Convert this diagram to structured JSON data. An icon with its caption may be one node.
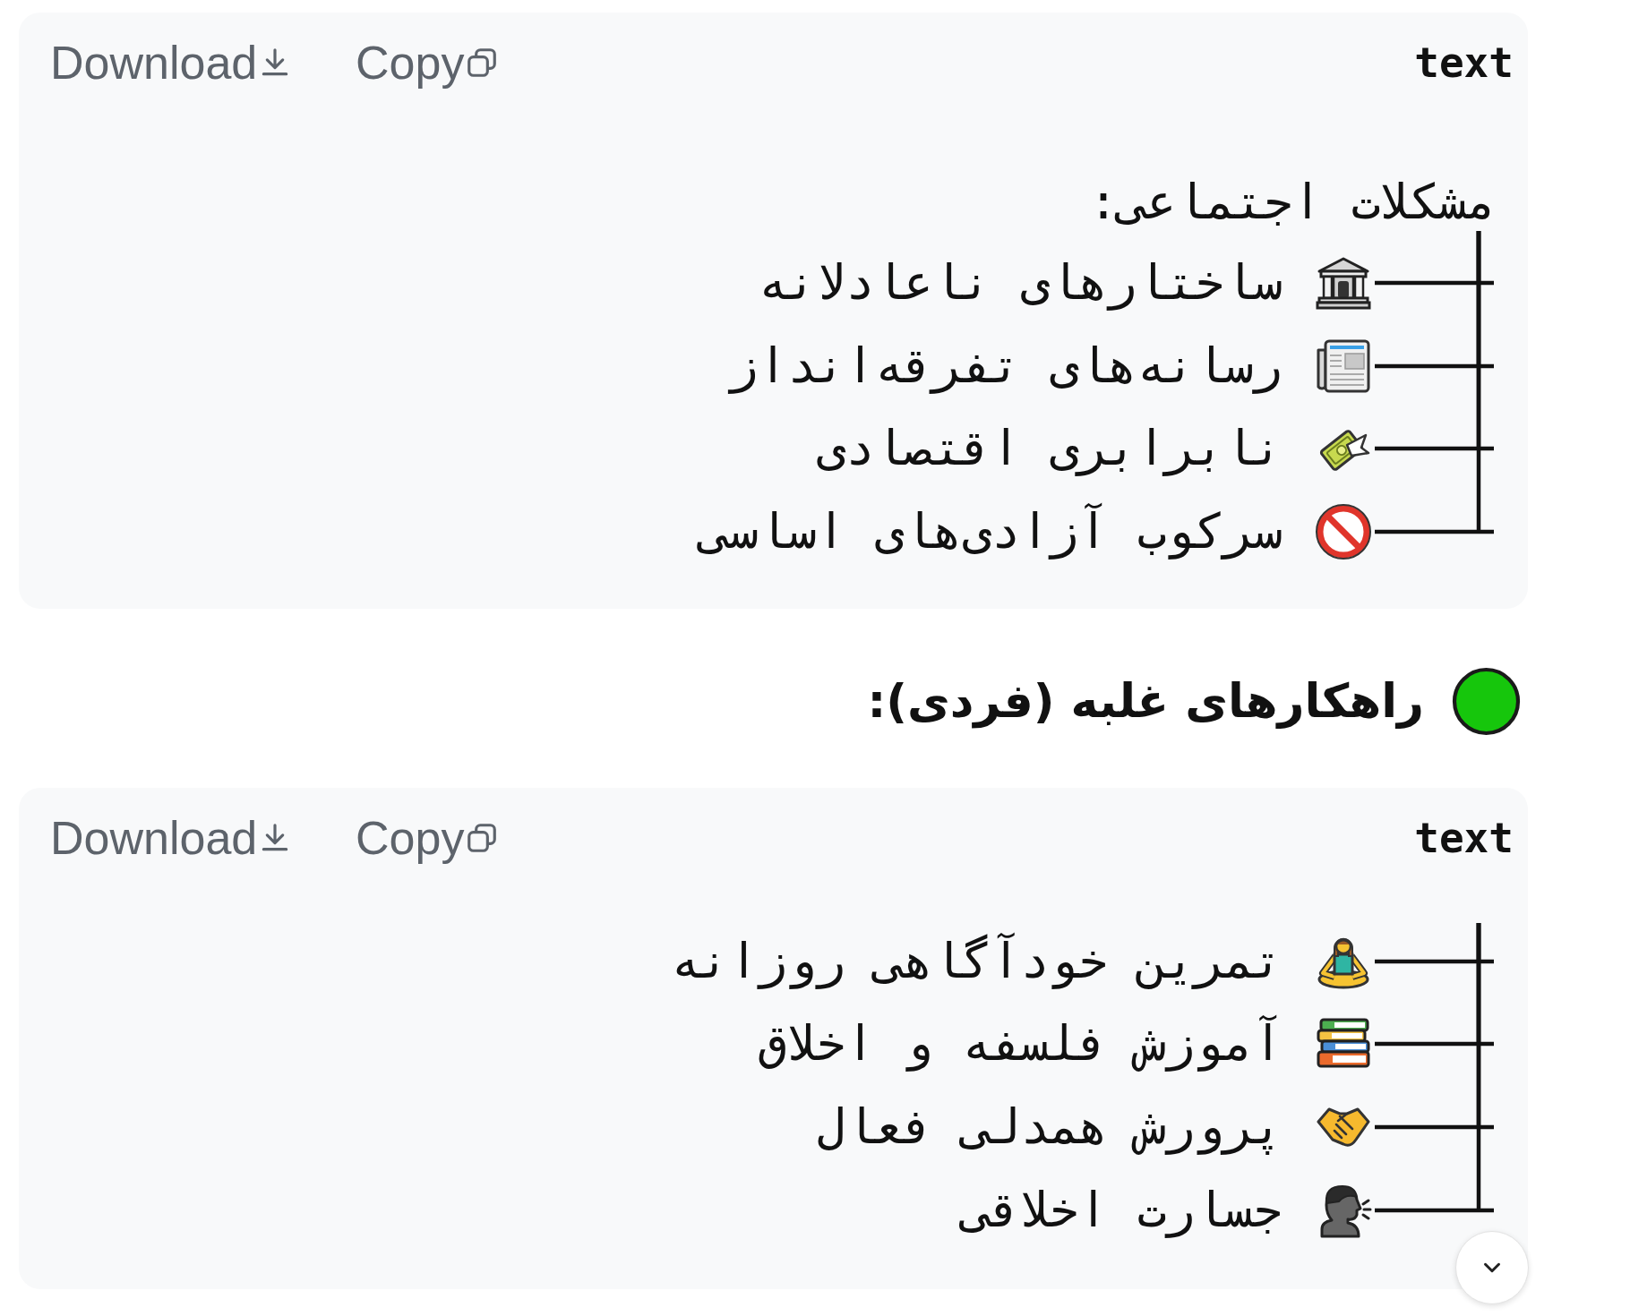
{
  "diagram": {
    "nodes": [
      {
        "text": [
          "text",
          "Copy",
          "Download"
        ]
      },
      {
        "text": [
          "مشکلات اجتماعی:"
        ],
        "in": 0
      },
      {
        "text": [
          "ساختارهای ناعادلانه"
        ],
        "in": 0
      },
      {
        "text": [
          "رسانه‌های تفرقه‌انداز"
        ],
        "in": 0
      },
      {
        "text": [
          "نابرابری اقتصادی"
        ],
        "in": 0
      },
      {
        "text": [
          "سرکوب آزادی‌های اساسی"
        ],
        "in": 0
      },
      {
        "text": [
          "text",
          "Copy",
          "Download"
        ]
      },
      {
        "text": [
          "تمرین خودآگاهی روزانه"
        ],
        "in": 6
      },
      {
        "text": [
          "آموزش فلسفه و اخلاق"
        ],
        "in": 6
      },
      {
        "text": [
          "پرورش همدلی فعال"
        ],
        "in": 6
      },
      {
        "text": [
          "جسارت اخلاقی"
        ],
        "in": 6
      }
    ],
    "edges": [
      {
        "from": 1,
        "to": 2,
        "arrow": "none"
      },
      {
        "from": 1,
        "to": 3,
        "arrow": "none"
      },
      {
        "from": 1,
        "to": 4,
        "arrow": "none"
      },
      {
        "from": 1,
        "to": 5,
        "arrow": "none"
      },
      {
        "from": null,
        "to": 7,
        "arrow": "none"
      },
      {
        "from": null,
        "to": 8,
        "arrow": "none"
      },
      {
        "from": null,
        "to": 9,
        "arrow": "none"
      },
      {
        "from": null,
        "to": 10,
        "arrow": "none"
      }
    ],
    "labels": [
      "راهکارهای غلبه (فردی):"
    ]
  }
}
